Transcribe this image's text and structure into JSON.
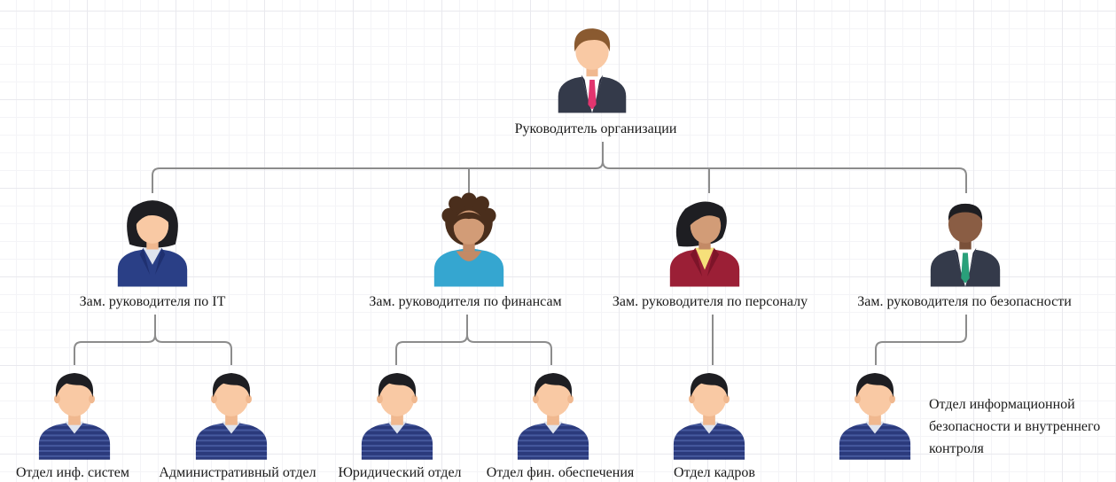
{
  "nodes": {
    "head": {
      "label": "Руководитель организации"
    },
    "dep_it": {
      "label": "Зам. руководителя по IT"
    },
    "dep_fin": {
      "label": "Зам. руководителя по финансам"
    },
    "dep_hr": {
      "label": "Зам. руководителя по персоналу"
    },
    "dep_sec": {
      "label": "Зам. руководителя по безопасности"
    },
    "unit_infsys": {
      "label": "Отдел инф. систем"
    },
    "unit_admin": {
      "label": "Административный отдел"
    },
    "unit_legal": {
      "label": "Юридический отдел"
    },
    "unit_fin": {
      "label": "Отдел фин. обеспечения"
    },
    "unit_hr": {
      "label": "Отдел кадров"
    },
    "unit_infosec": {
      "label": "Отдел информационной безопасности и внутреннего контроля"
    }
  },
  "icons": {
    "head": "businessman-pink-tie-icon",
    "dep_it": "businesswoman-navy-suit-icon",
    "dep_fin": "woman-curly-hair-blue-top-icon",
    "dep_hr": "businesswoman-red-suit-icon",
    "dep_sec": "businessman-green-tie-icon",
    "units": "employee-striped-sweater-icon"
  },
  "colors": {
    "connector": "#8c8c8c",
    "navy_suit": "#2a3f86",
    "blue_top": "#35a6d0",
    "red_suit": "#9b1f36",
    "dark_suit": "#343a4a",
    "pink_tie": "#e2356f",
    "green_tie": "#2aa07a",
    "sweater": "#2b3a7c",
    "skin_light": "#f9c9a4",
    "skin_medium": "#d29c77",
    "skin_dark": "#8a5d44",
    "hair_dark": "#1e1e22",
    "hair_brown": "#8a5a30"
  }
}
